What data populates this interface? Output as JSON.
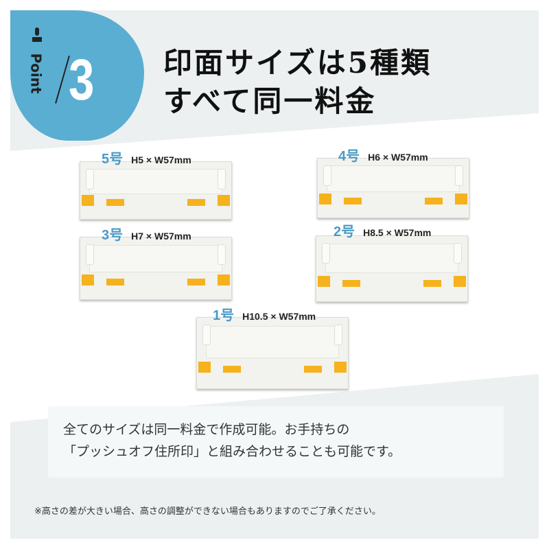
{
  "badge": {
    "label": "Point",
    "number": "3"
  },
  "title": {
    "line1": "印面サイズは5種類",
    "line2": "すべて同一料金"
  },
  "items": [
    {
      "num": "5号",
      "size": "H5 × W57mm"
    },
    {
      "num": "4号",
      "size": "H6 × W57mm"
    },
    {
      "num": "3号",
      "size": "H7 × W57mm"
    },
    {
      "num": "2号",
      "size": "H8.5 × W57mm"
    },
    {
      "num": "1号",
      "size": "H10.5 × W57mm"
    }
  ],
  "message": {
    "line1": "全てのサイズは同一料金で作成可能。お手持ちの",
    "line2": "「プッシュオフ住所印」と組み合わせることも可能です。"
  },
  "note": "※高さの差が大きい場合、高さの調整ができない場合もありますのでご了承ください。",
  "colors": {
    "accent": "#5aaed2",
    "yellow": "#f5b21c"
  }
}
